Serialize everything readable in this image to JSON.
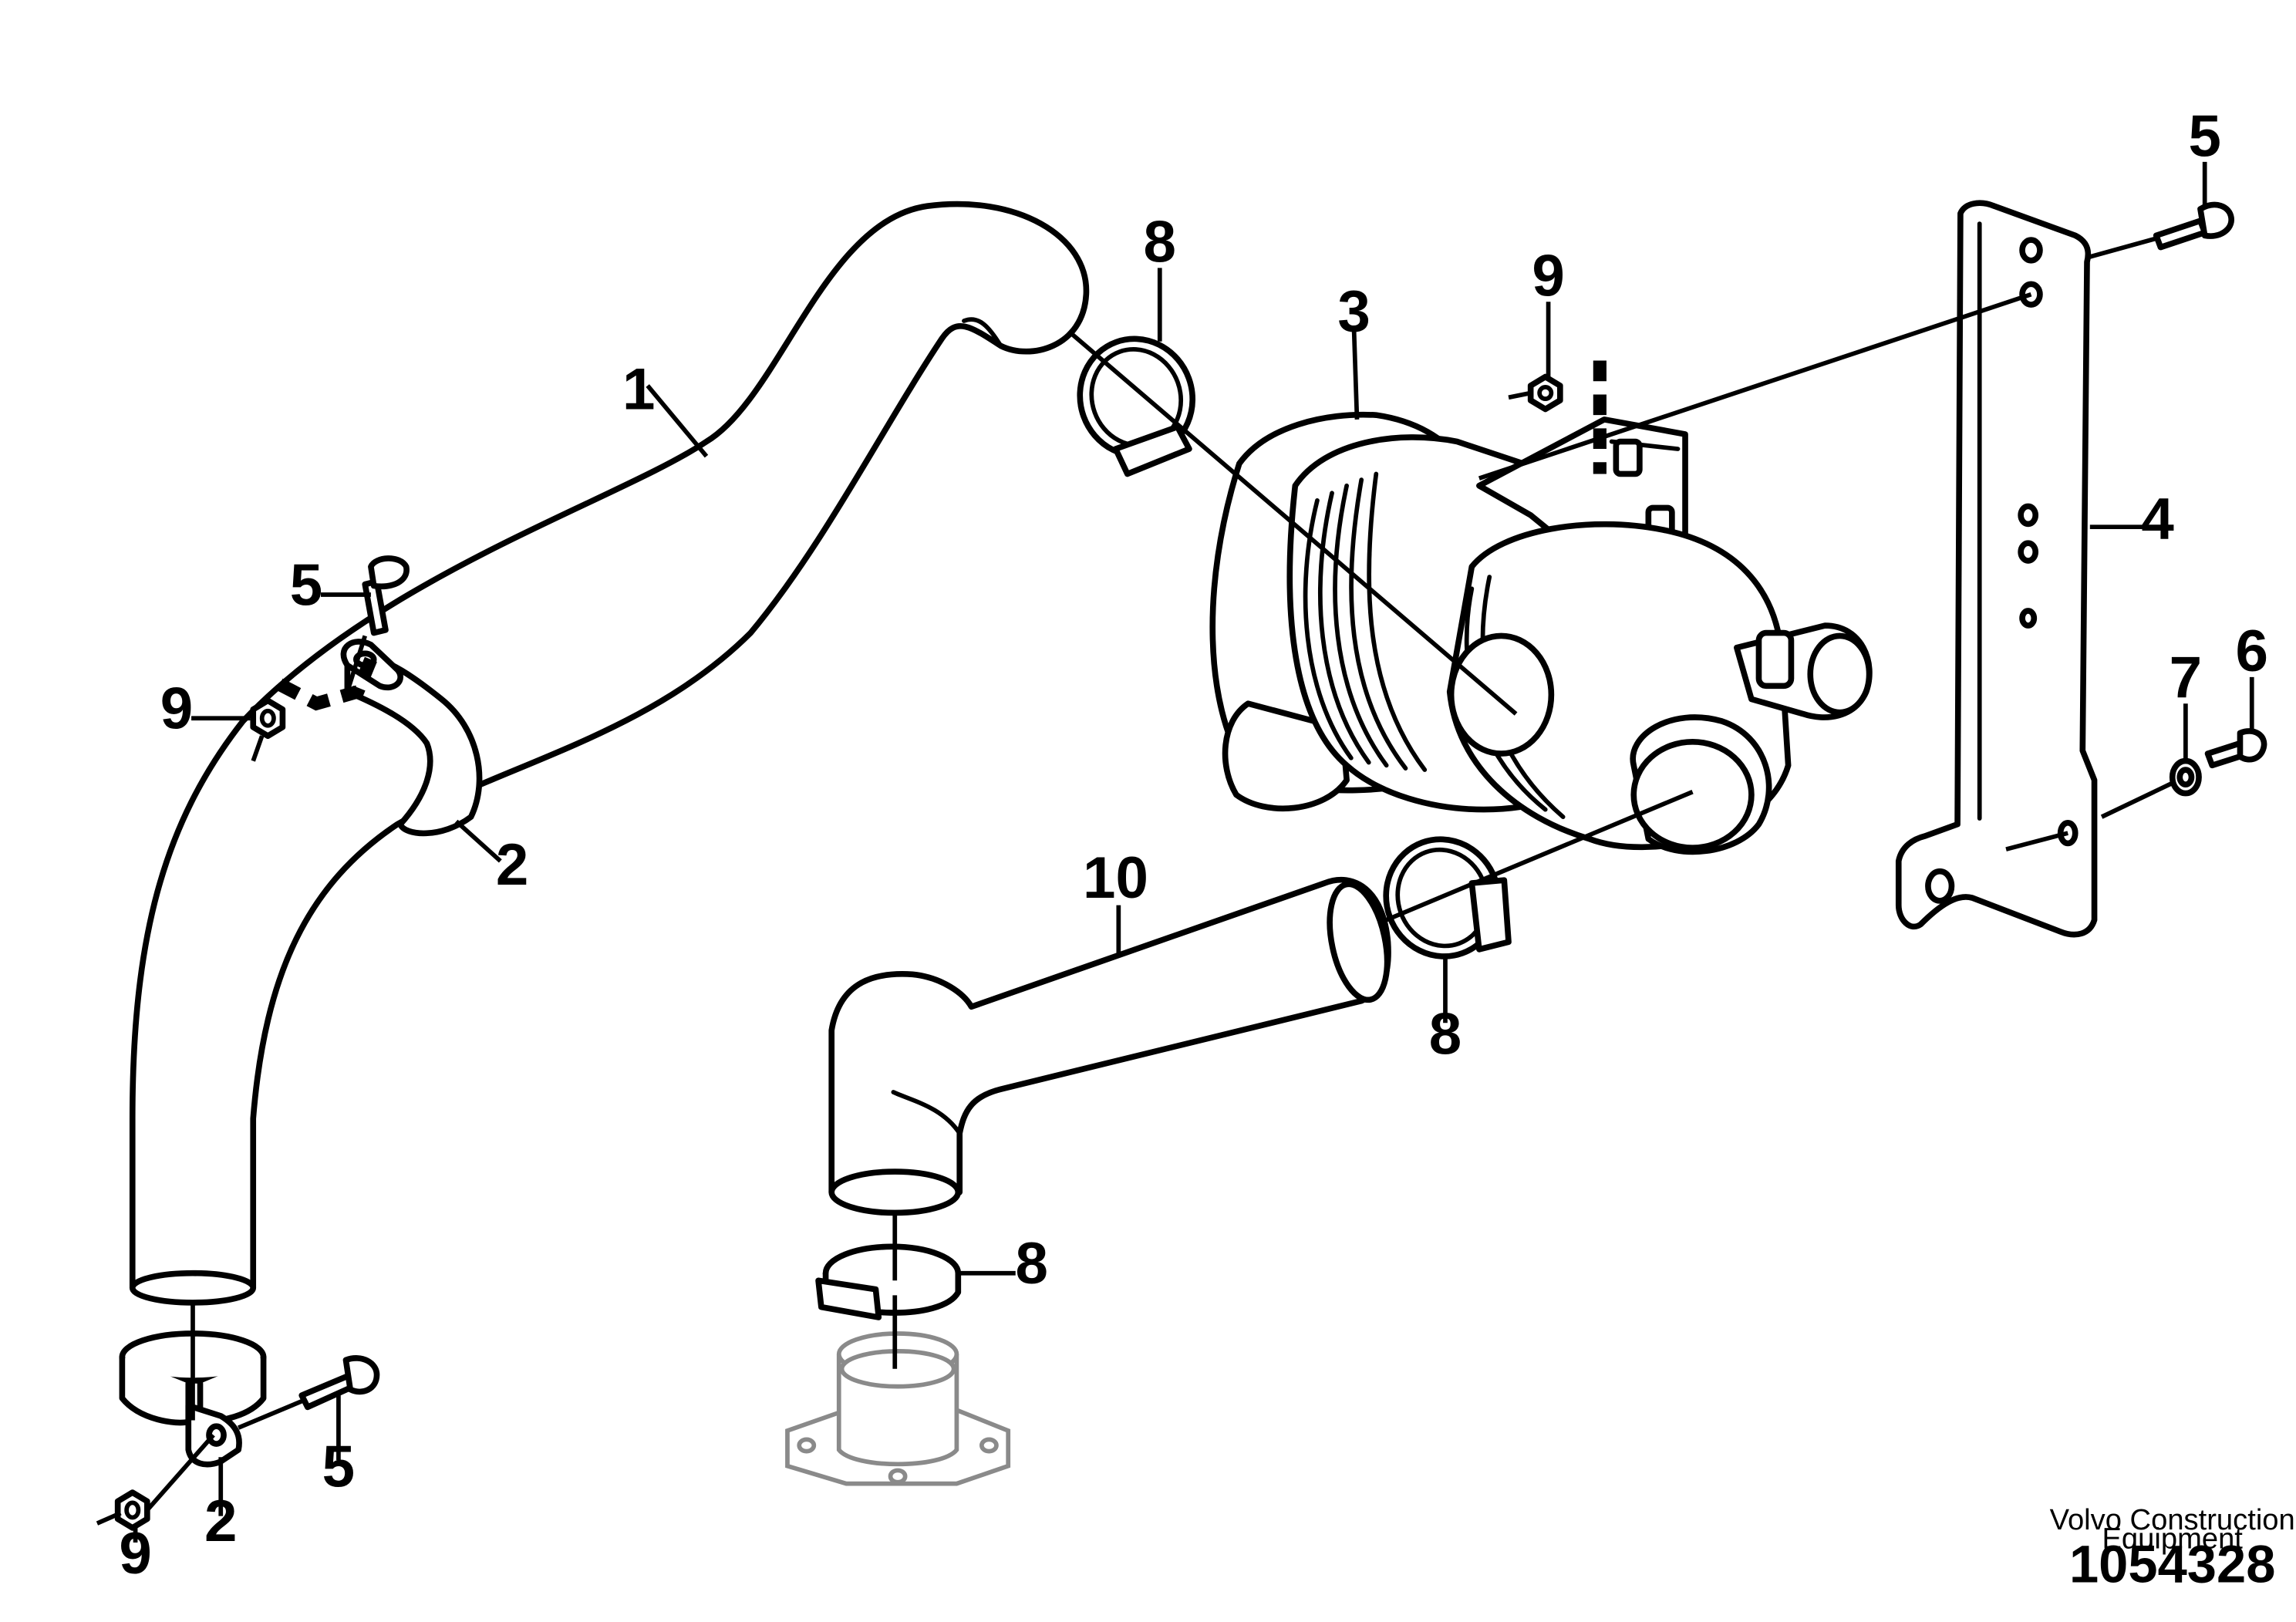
{
  "callouts": {
    "hose_1": "1",
    "clamp_2_upper": "2",
    "clamp_2_lower": "2",
    "air_filter_3": "3",
    "bracket_4": "4",
    "screw_5_upper_right": "5",
    "screw_5_upper_left": "5",
    "screw_5_lower": "5",
    "screw_6": "6",
    "washer_7": "7",
    "hose_clamp_8_top": "8",
    "hose_clamp_8_right": "8",
    "hose_clamp_8_bottom": "8",
    "nut_9_top": "9",
    "nut_9_left": "9",
    "nut_9_bottom": "9",
    "hose_10": "10"
  },
  "footer": {
    "company_line1": "Volvo Construction",
    "company_line2": "Equipment",
    "drawing_number": "1054328"
  }
}
